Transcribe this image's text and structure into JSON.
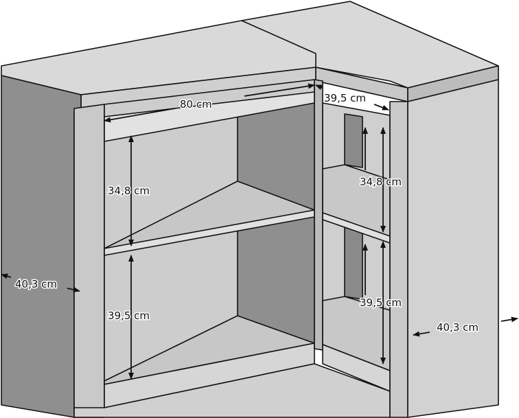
{
  "labels": {
    "width_main": "80 cm",
    "width_side": "39,5 cm",
    "height_top_left": "34,8 cm",
    "height_bottom_left": "39,5 cm",
    "height_top_right": "34,8 cm",
    "height_bottom_right": "39,5 cm",
    "depth_left": "40,3 cm",
    "depth_right": "40,3 cm"
  },
  "colors": {
    "top_face": "#d6d6d6",
    "panel_light": "#cfcfcf",
    "panel_mid": "#bdbdbd",
    "panel_dark": "#9a9a9a",
    "panel_darker": "#8a8a8a",
    "outline": "#111111",
    "dimension": "#111111"
  }
}
